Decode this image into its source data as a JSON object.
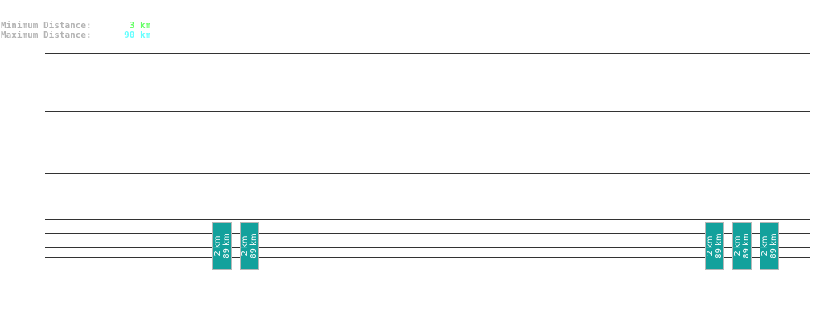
{
  "header": {
    "min_label": "Minimum Distance:",
    "min_value": "3 km",
    "min_color": "#66ff66",
    "max_label": "Maximum Distance:",
    "max_value": "90 km",
    "max_color": "#66ffff"
  },
  "boxes": [
    {
      "line1": "2 km",
      "line2": "89 km"
    },
    {
      "line1": "2 km",
      "line2": "89 km"
    },
    {
      "line1": "2 km",
      "line2": "89 km"
    },
    {
      "line1": "2 km",
      "line2": "89 km"
    },
    {
      "line1": "2 km",
      "line2": "89 km"
    }
  ],
  "box_color": "#13a19c"
}
